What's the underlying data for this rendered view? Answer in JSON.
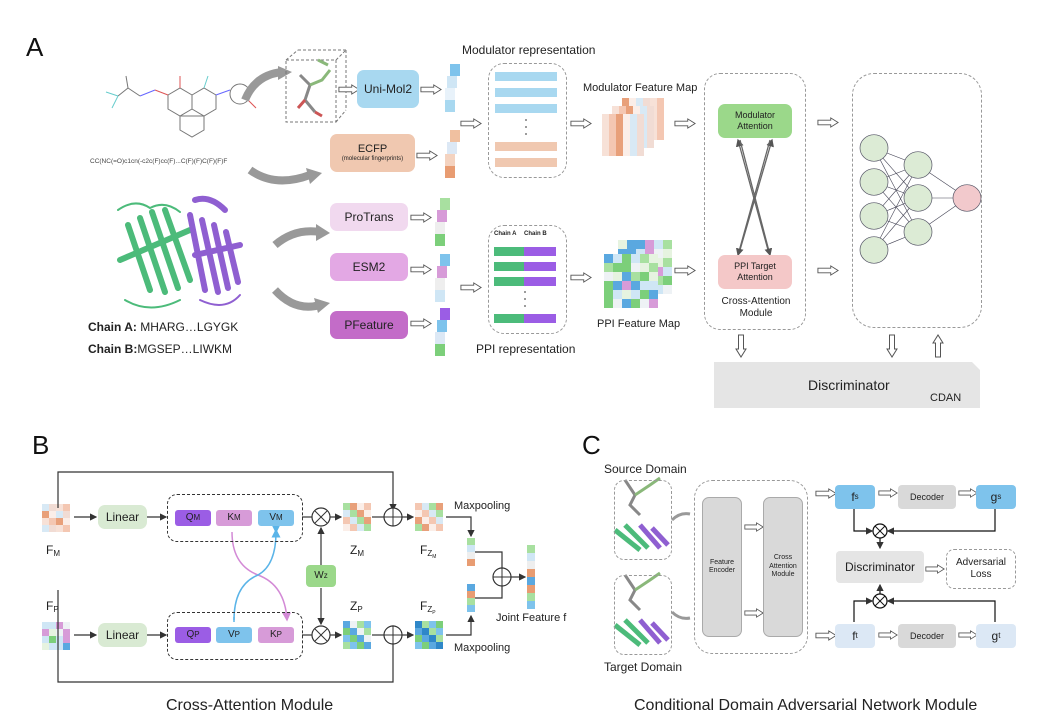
{
  "panels": {
    "a": {
      "letter": "A",
      "smiles": "CC(NC(=O)c1cn(-c2c(F)cc(F)...C(F)(F)C(F)(F)F",
      "chain_a_label": "Chain A:",
      "chain_a_seq": " MHARG…LGYGK",
      "chain_b_label": "Chain B:",
      "chain_b_seq": "MGSEP…LIWKM",
      "encoders": {
        "unimol": "Uni-Mol2",
        "ecfp": "ECFP",
        "ecfp_sub": "(molecular fingerprints)",
        "protrans": "ProTrans",
        "esm2": "ESM2",
        "pfeature": "PFeature"
      },
      "modulator_representation": "Modulator representation",
      "ppi_representation": "PPI representation",
      "chain_a_col": "Chain A",
      "chain_b_col": "Chain B",
      "modulator_feature_map": "Modulator Feature Map",
      "ppi_feature_map": "PPI Feature Map",
      "modulator_attention": "Modulator Attention",
      "ppi_target_attention": "PPI Target Attention",
      "cross_attention_module": "Cross-Attention Module",
      "discriminator": "Discriminator",
      "cdan": "CDAN",
      "vertical_dots": "·\n·\n·"
    },
    "b": {
      "letter": "B",
      "fm": "F",
      "fm_sub": "M",
      "fp": "F",
      "fp_sub": "P",
      "linear": "Linear",
      "qm": "Q",
      "qm_sub": "M",
      "km": "K",
      "km_sub": "M",
      "vm": "V",
      "vm_sub": "M",
      "qp": "Q",
      "qp_sub": "P",
      "vp": "V",
      "vp_sub": "P",
      "kp": "K",
      "kp_sub": "P",
      "wz": "W",
      "wz_sub": "z",
      "zm": "Z",
      "zm_sub": "M",
      "zp": "Z",
      "zp_sub": "P",
      "fzm": "F",
      "fzm_sub": "Z",
      "fzm_subsub": "M",
      "fzp": "F",
      "fzp_sub": "Z",
      "fzp_subsub": "P",
      "maxpooling_top": "Maxpooling",
      "maxpooling_bottom": "Maxpooling",
      "joint_feature": "Joint Feature f",
      "caption": "Cross-Attention Module"
    },
    "c": {
      "letter": "C",
      "source_domain": "Source Domain",
      "target_domain": "Target Domain",
      "feature_encoder": "Feature Encoder",
      "cross_attention_module": "Cross Attention Module",
      "fs": "f",
      "fs_sup": "s",
      "ft": "f",
      "ft_sup": "t",
      "gs": "g",
      "gs_sup": "s",
      "gt": "g",
      "gt_sup": "t",
      "decoder_top": "Decoder",
      "decoder_bottom": "Decoder",
      "discriminator": "Discriminator",
      "adversarial_loss": "Adversarial Loss",
      "caption": "Conditional Domain Adversarial Network Module"
    }
  },
  "colors": {
    "blue": "#a8d8f0",
    "peach": "#f0c8b0",
    "green_box": "#9bd88a",
    "pink_box": "#f4c8c8",
    "purple": "#9b5de5",
    "violet": "#d79bd8",
    "chainA": "#4cbb7a",
    "chainB": "#9b5de5",
    "node_green": "#dcebd5",
    "node_pink": "#f2c9cc",
    "gray": "#e3e3e3"
  }
}
